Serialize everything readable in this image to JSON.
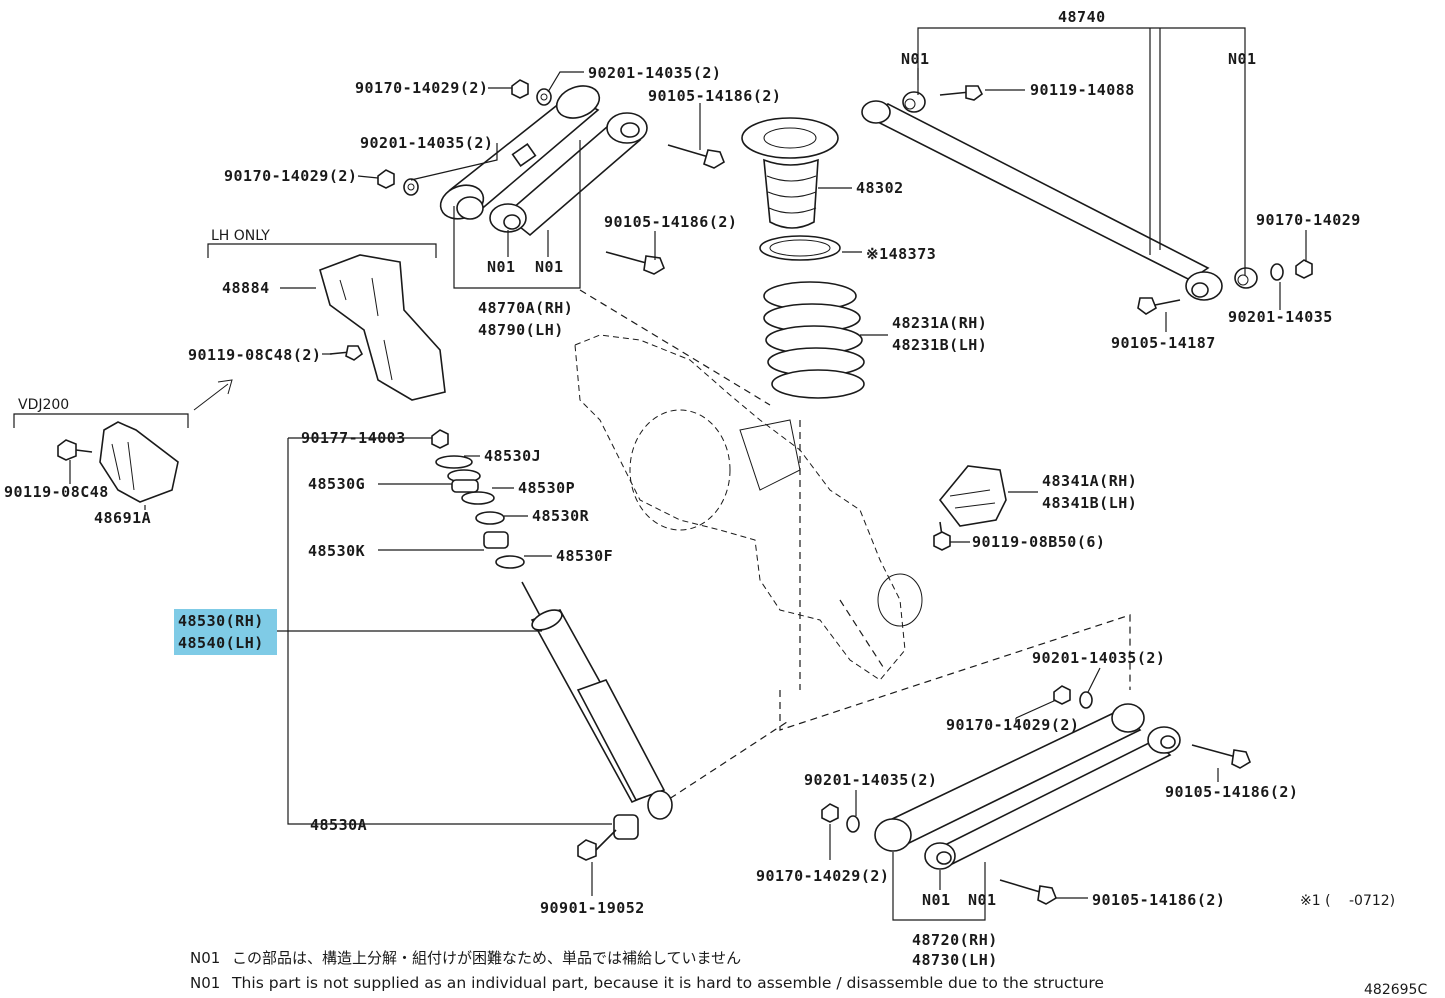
{
  "highlight_color": "#7fcbe6",
  "callouts": {
    "p48740": "48740",
    "n01_a": "N01",
    "n01_b": "N01",
    "p90119_14088": "90119-14088",
    "p90170_14029_top": "90170-14029(2)",
    "p90201_14035_top": "90201-14035(2)",
    "p90105_14186_top": "90105-14186(2)",
    "p90201_14035_b": "90201-14035(2)",
    "p90170_14029_b": "90170-14029(2)",
    "p48302": "48302",
    "p90105_14186_mid": "90105-14186(2)",
    "p148373": "※148373",
    "p90170_14029_r": "90170-14029",
    "n01_c": "N01",
    "n01_d": "N01",
    "lh_only": "LH ONLY",
    "p48884": "48884",
    "p48770a": "48770A(RH)",
    "p48790": "48790(LH)",
    "p48231a": "48231A(RH)",
    "p48231b": "48231B(LH)",
    "p90201_14035_r": "90201-14035",
    "p90105_14187": "90105-14187",
    "p90119_08c48_a": "90119-08C48(2)",
    "vdj200": "VDJ200",
    "p90177_14003": "90177-14003",
    "p48530j": "48530J",
    "p48530g": "48530G",
    "p48530p": "48530P",
    "p48341a": "48341A(RH)",
    "p48341b": "48341B(LH)",
    "p90119_08c48_b": "90119-08C48",
    "p48691a": "48691A",
    "p48530r": "48530R",
    "p90119_08b50": "90119-08B50(6)",
    "p48530k": "48530K",
    "p48530f": "48530F",
    "p48530": "48530(RH)",
    "p48540": "48540(LH)",
    "p90201_14035_lr": "90201-14035(2)",
    "p90170_14029_lr": "90170-14029(2)",
    "p90201_14035_ll": "90201-14035(2)",
    "p90105_14186_lr": "90105-14186(2)",
    "p48530a": "48530A",
    "p90170_14029_ll": "90170-14029(2)",
    "p90901_19052": "90901-19052",
    "n01_e": "N01",
    "n01_f": "N01",
    "p90105_14186_ll": "90105-14186(2)",
    "footnote_star": "※1 (　 -0712)",
    "p48720": "48720(RH)",
    "p48730": "48730(LH)"
  },
  "notes": {
    "jp_code": "N01",
    "jp_text": "この部品は、構造上分解・組付けが困難なため、単品では補給していません",
    "en_code": "N01",
    "en_text": "This part is not supplied as an individual part, because it is hard to assemble / disassemble due to the structure",
    "diagram_id": "482695C"
  }
}
